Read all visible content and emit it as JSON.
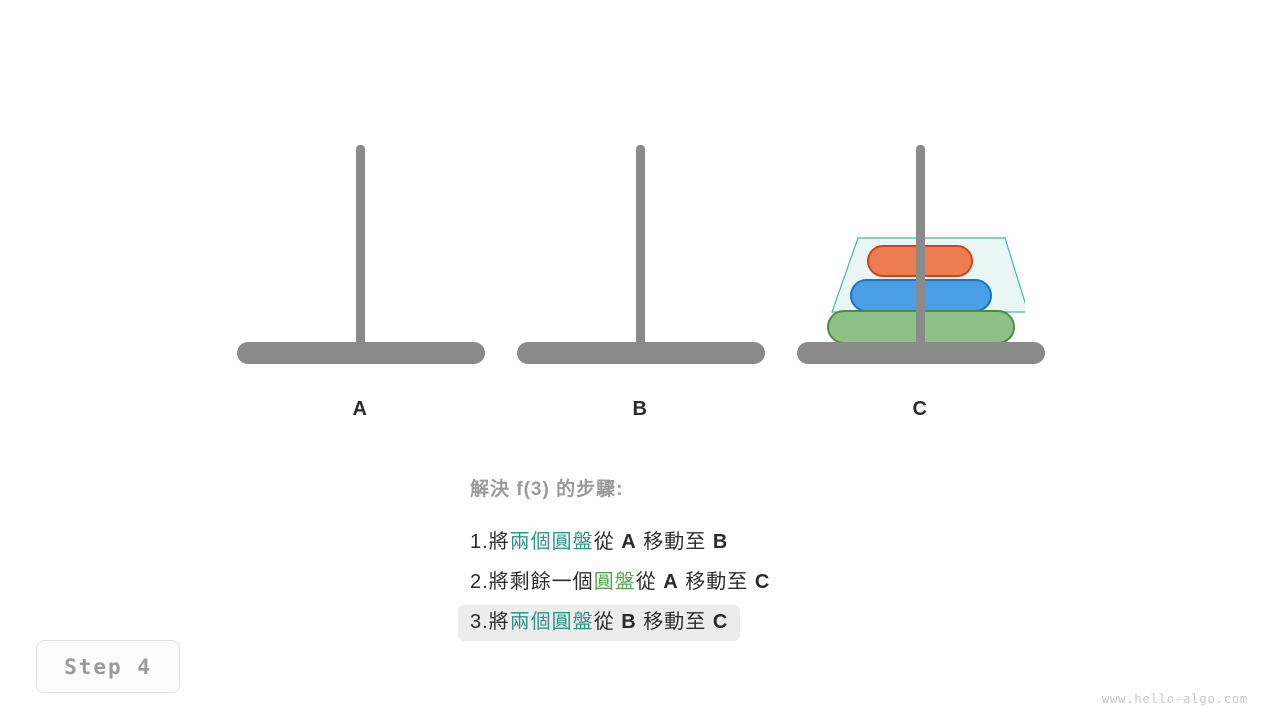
{
  "figure": {
    "type": "hanoi-tower-diagram",
    "background": "#ffffff"
  },
  "towers": [
    {
      "id": "A",
      "label": "A",
      "disks": []
    },
    {
      "id": "B",
      "label": "B",
      "disks": []
    },
    {
      "id": "C",
      "label": "C",
      "disks": [
        {
          "size": "small",
          "color": "#ec7d50",
          "border": "#d6401a"
        },
        {
          "size": "medium",
          "color": "#4a9ee5",
          "border": "#1a74c4"
        },
        {
          "size": "large",
          "color": "#8cc085",
          "border": "#4c8a49"
        }
      ],
      "highlight": {
        "fill": "#eaf6f4",
        "stroke": "#4cb5a8"
      }
    }
  ],
  "caption": {
    "title": "解決 f(3) 的步驟:",
    "steps": [
      {
        "num": "1.",
        "pre": "將",
        "emphasis": "兩個圓盤",
        "emphasis_color": "teal",
        "mid": "從",
        "from": "A",
        "verb": "移動至",
        "to": "B",
        "active": false
      },
      {
        "num": "2.",
        "pre": "將剩餘一個",
        "emphasis": "圓盤",
        "emphasis_color": "green",
        "mid": "從",
        "from": "A",
        "verb": "移動至",
        "to": "C",
        "active": false
      },
      {
        "num": "3.",
        "pre": "將",
        "emphasis": "兩個圓盤",
        "emphasis_color": "teal",
        "mid": "從",
        "from": "B",
        "verb": "移動至",
        "to": "C",
        "active": true
      }
    ]
  },
  "step_badge": {
    "label": "Step 4"
  },
  "watermark": {
    "text": "www.hello-algo.com"
  },
  "colors": {
    "gray_structure": "#8a8a8a",
    "teal_emphasis": "#2f9488",
    "green_emphasis": "#54a551",
    "title_gray": "#9a9a9a",
    "active_row_bg": "#ececec"
  }
}
